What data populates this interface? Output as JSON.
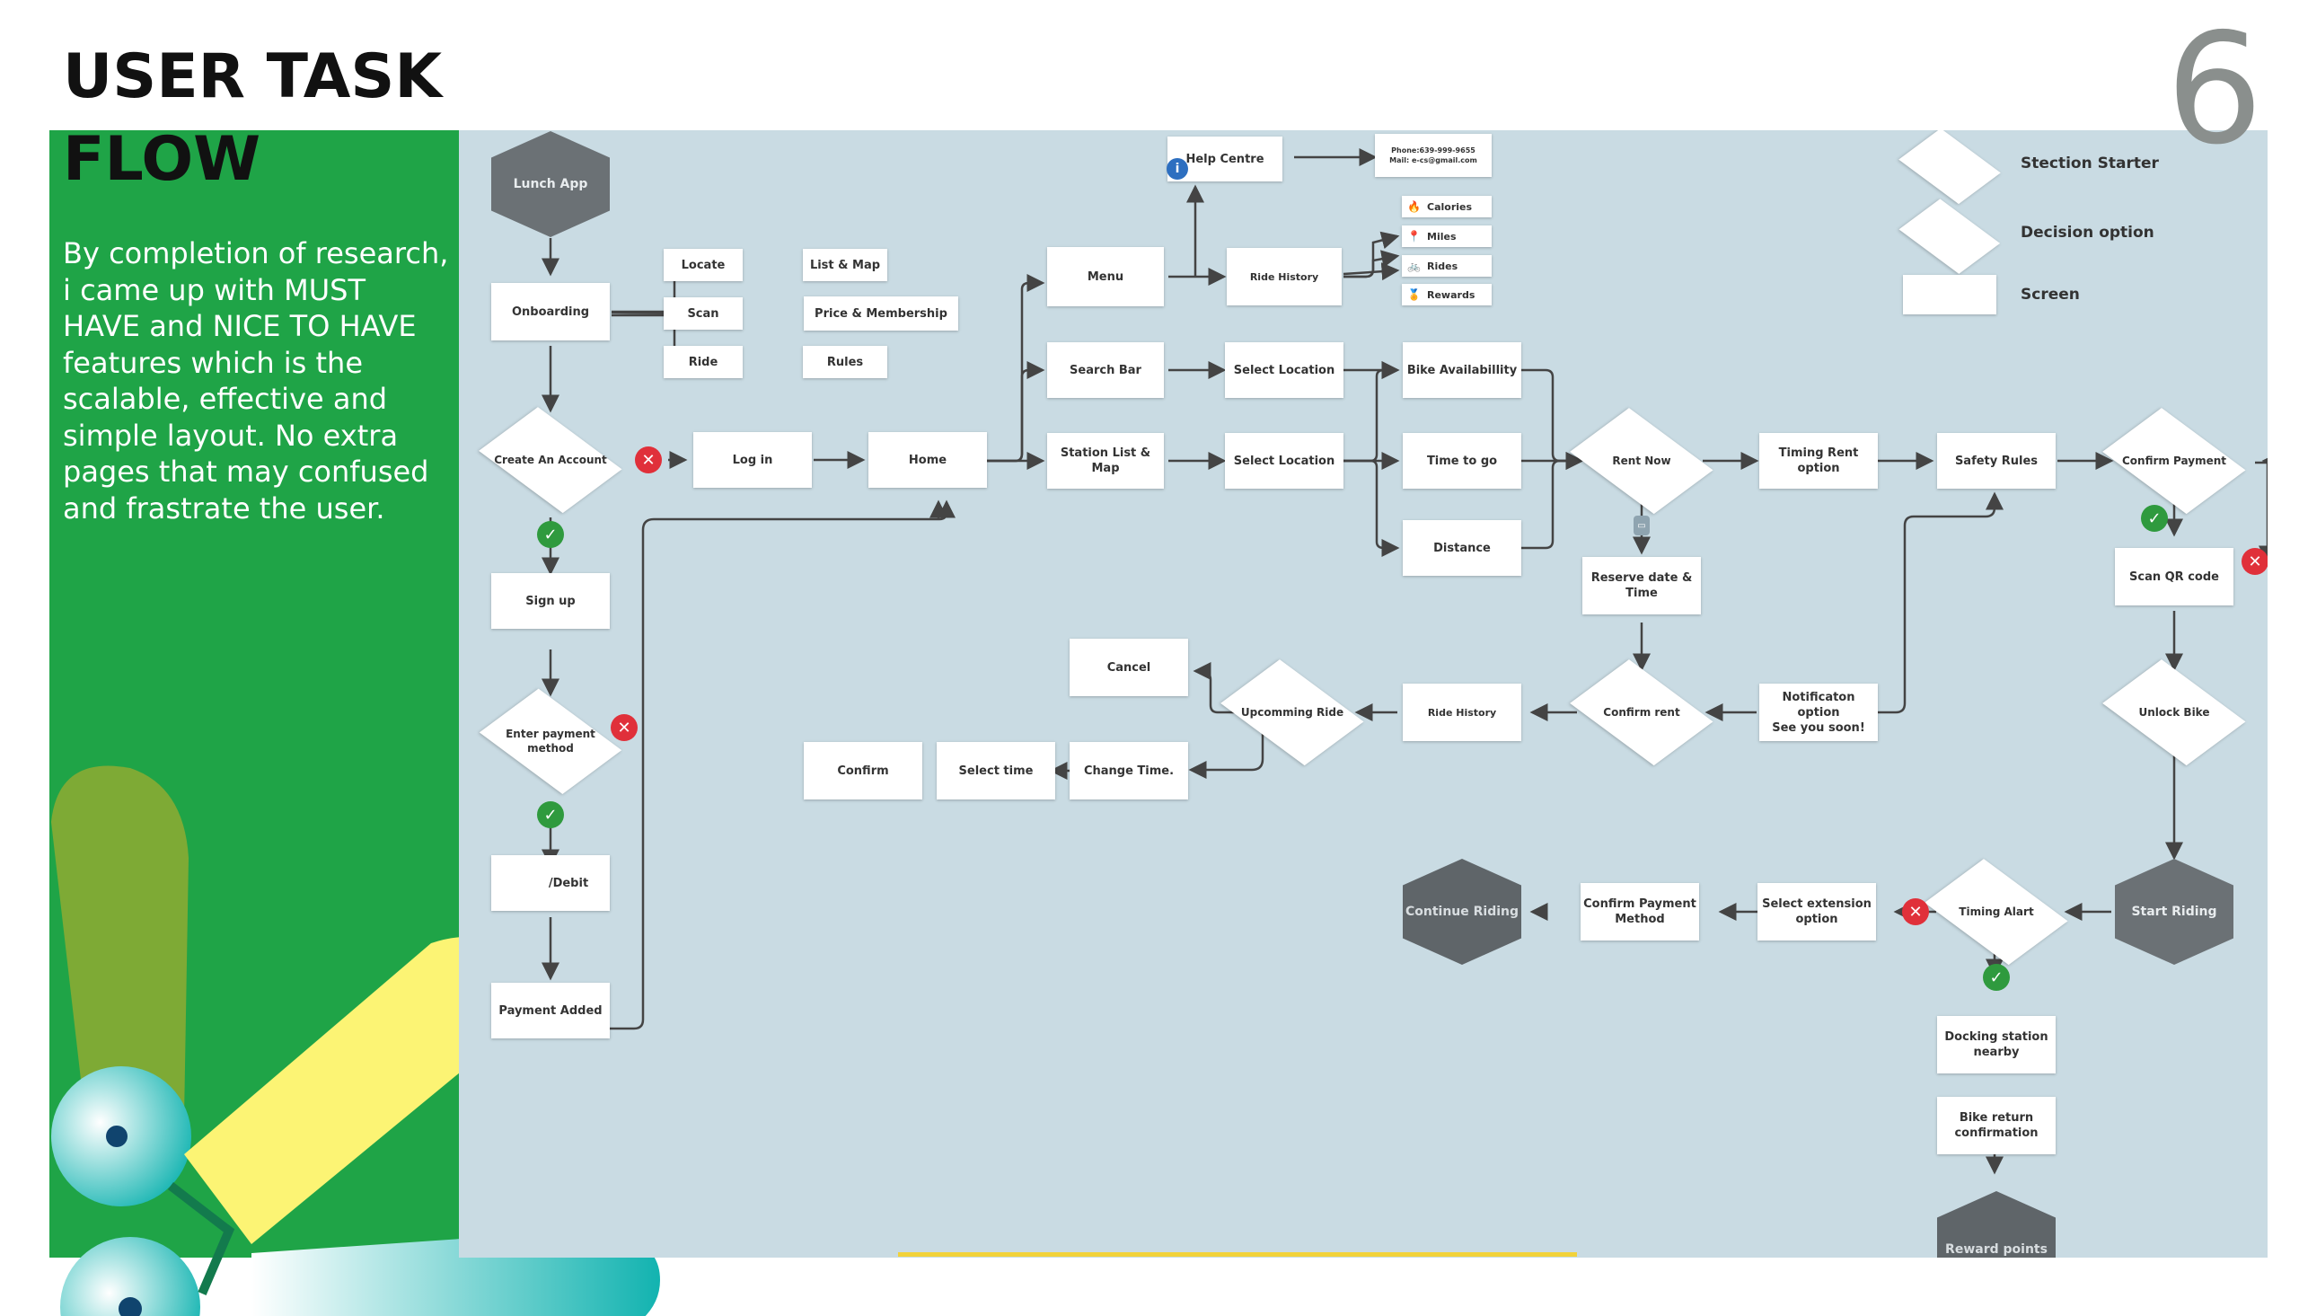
{
  "header": {
    "title": "USER TASK\nFLOW",
    "page_number": "6"
  },
  "intro": {
    "description": "By completion of research, i came up with MUST HAVE and NICE TO HAVE features which is the scalable, effective and simple layout. No extra pages that may confused and frastrate the user."
  },
  "legend": {
    "section_starter": "Stection Starter",
    "decision_option": "Decision option",
    "screen": "Screen"
  },
  "flow": {
    "launch_app": "Lunch App",
    "onboarding": "Onboarding",
    "locate": "Locate",
    "scan": "Scan",
    "ride": "Ride",
    "list_map": "List & Map",
    "price_membership": "Price & Membership",
    "rules": "Rules",
    "create_account": "Create An Account",
    "log_in": "Log in",
    "home": "Home",
    "sign_up": "Sign up",
    "enter_payment": "Enter payment\nmethod",
    "credit_debit": "/Debit",
    "payment_added": "Payment Added",
    "menu": "Menu",
    "search_bar": "Search Bar",
    "station_list_map": "Station List & Map",
    "help_centre": "Help Centre",
    "contact": "Phone:639-999-9655\nMail: e-cs@gmail.com",
    "ride_history_menu": "Ride History",
    "calories": "Calories",
    "miles": "Miles",
    "rides": "Rides",
    "rewards": "Rewards",
    "select_location_1": "Select Location",
    "select_location_2": "Select Location",
    "bike_availability": "Bike Availabillity",
    "time_to_go": "Time to go",
    "distance": "Distance",
    "rent_now": "Rent Now",
    "timing_rent": "Timing Rent\noption",
    "safety_rules": "Safety Rules",
    "confirm_payment": "Confirm Payment",
    "reserve_date": "Reserve date &\nTime",
    "confirm_rent": "Confirm rent",
    "notification": "Notificaton option\nSee you soon!",
    "ride_history": "Ride History",
    "upcoming_ride": "Upcomming Ride",
    "cancel": "Cancel",
    "change_time": "Change Time.",
    "select_time": "Select time",
    "confirm": "Confirm",
    "scan_qr": "Scan QR code",
    "unlock_bike": "Unlock Bike",
    "start_riding": "Start Riding",
    "timing_alert": "Timing Alart",
    "select_extension": "Select extension\noption",
    "confirm_payment_method": "Confirm Payment\nMethod",
    "continue_riding": "Continue Riding",
    "docking_station": "Docking station\nnearby",
    "bike_return": "Bike return\nconfirmation",
    "reward_points": "Reward points\nThank you."
  },
  "colors": {
    "panel_green": "#1fa447",
    "diagram_bg": "#c9dbe3",
    "hexagon": "#6b7175",
    "error_badge": "#e0303a",
    "success_badge": "#2f9a3e",
    "info_badge": "#2d6fc0",
    "accent_yellow": "#f2d23a"
  },
  "icons": {
    "error": "x-circle-icon",
    "success": "check-circle-icon",
    "info": "info-icon",
    "notification": "phone-notification-icon",
    "calories": "flame-icon",
    "miles": "location-pin-icon",
    "rides": "bicycle-icon",
    "rewards": "medal-icon"
  }
}
